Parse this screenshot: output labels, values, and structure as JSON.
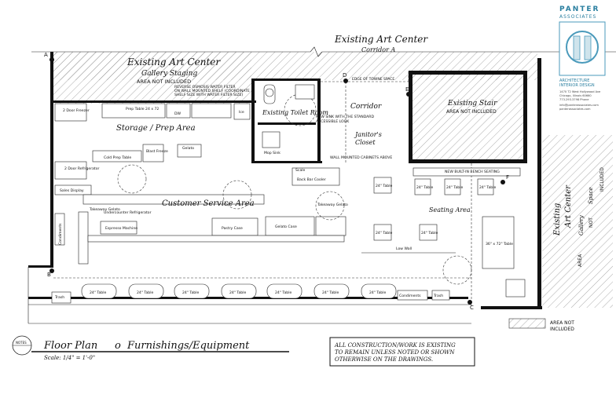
{
  "title_block": {
    "firm_name": "PANTER",
    "firm_name2": "ASSOCIATES",
    "discipline1": "ARCHITECTURE",
    "discipline2": "INTERIOR DESIGN",
    "address1": "1470 T2 West Hollywood Ave",
    "address2": "Chicago, Illinois 60660",
    "phone": "773.293.3798 Phone",
    "email": "info@panterassociates.com",
    "web": "panterassociates.com"
  },
  "drawing": {
    "title": "Floor Plan",
    "title_sep": "o",
    "title2": "Furnishings/Equipment",
    "scale": "Scale: 1/4\" = 1'-0\"",
    "sheet_ref": "NOTES",
    "note": [
      "ALL CONSTRUCTION/WORK IS EXISTING",
      "TO REMAIN UNLESS NOTED OR SHOWN",
      "OTHERWISE ON THE DRAWINGS."
    ],
    "legend_text": [
      "AREA NOT",
      "INCLUDED"
    ]
  },
  "areas": {
    "art_center_top": "Existing Art Center",
    "corridor_a": "Corridor A",
    "art_center_left": "Existing Art Center",
    "gallery_staging": "Gallery Staging",
    "area_not_included": "AREA NOT INCLUDED",
    "existing_stair": "Existing Stair",
    "stair_not_included": "AREA NOT INCLUDED",
    "toilet_room": "Existing Toilet Room",
    "corridor": "Corridor",
    "janitor": "Janitor's",
    "closet": "Closet",
    "storage": "Storage  /  Prep Area",
    "customer_service": "Customer     Service     Area",
    "seating_area": "Seating Area",
    "right_art1": "Existing",
    "right_art2": "Art   Center",
    "right_gallery": "Gallery",
    "right_space": "Space",
    "right_included": "INCLUDED",
    "right_area": "AREA",
    "right_not": "NOT",
    "edge_top": "EDGE OF TOWNE SPACE"
  },
  "callouts": {
    "sink_note1": "NEW SINK WITH THE STANDARD",
    "sink_note2": "ACCESSIBLE LOOK",
    "cabinets": "WALL MOUNTED CABINETS ABOVE",
    "bench": "NEW BUILT-IN BENCH SEATING",
    "water_filter1": "REVERSE OSMOSIS WATER FILTER",
    "water_filter2": "ON WALL MOUNTED SHELF (COORDINATE",
    "water_filter3": "SHELF SIZE WITH WATER FILTER SIZE)",
    "low_wall": "Low Wall",
    "mop_sink": "Mop Sink"
  },
  "equipment": {
    "freezer": "2 Door Freezer",
    "prep_table": "Prep Table 24 x 72",
    "dw": "DW",
    "ice": "Ice",
    "cold_prep": "Cold Prep Table",
    "blast": "Blast Freeze",
    "gelato_top": "Gelato",
    "fridge": "2 Door Refrigerator",
    "sales": "Sales Display",
    "takeaway": "Takeaway Gelato",
    "undercounter": "Undercounter Refrigerator",
    "espresso": "Espresso Machine",
    "condiments_left": "Condiments",
    "pastry": "Pastry Case",
    "gelato_case": "Gelato Case",
    "takeaway_gelato": "Takeaway Gelato",
    "scale": "Scale",
    "back_bar": "Back Bar Cooler",
    "trash_left": "Trash",
    "trash_right": "Trash",
    "condiments_right": "Condiments",
    "seat_table": "24\" Table",
    "large_table": "36\" x 72\" Table"
  },
  "column_tags": {
    "a": "A",
    "b": "B",
    "c": "C",
    "d": "D",
    "e": "E",
    "f": "F"
  },
  "right_legend": "AREA NOT INCLUDED"
}
